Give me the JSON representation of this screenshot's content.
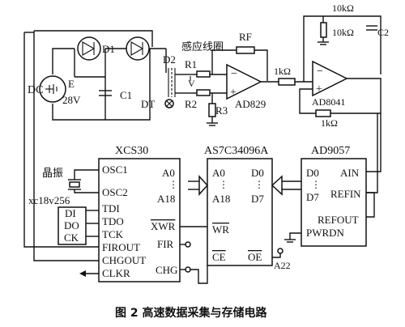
{
  "figure": {
    "caption": "图 2   高速数据采集与存储电路"
  },
  "power": {
    "dc_label": "DC",
    "e_label": "E",
    "voltage": "28V"
  },
  "diodes": {
    "d1": "D1",
    "d2": "D2"
  },
  "capacitors": {
    "c1": "C1",
    "c2": "C2"
  },
  "coil": {
    "label": "感应线圈",
    "dt": "DT",
    "v": "V"
  },
  "resistors": {
    "r1": "R1",
    "r2": "R2",
    "r3": "R3",
    "rf": "RF",
    "r_1k_a": "1kΩ",
    "r_1k_b": "1kΩ",
    "r_10k_a": "10kΩ",
    "r_10k_b": "10kΩ"
  },
  "opamps": {
    "ad829": "AD829",
    "ad8041": "AD8041",
    "minus": "−",
    "plus": "+"
  },
  "xcs30": {
    "title": "XCS30",
    "pins_left": [
      "OSC1",
      "OSC2",
      "TDI",
      "TDO",
      "TCK",
      "FIROUT",
      "CHGOUT",
      "CLKR"
    ],
    "pins_right": [
      "A0",
      "⋮",
      "A18",
      "XWR",
      "FIR",
      "CHG"
    ]
  },
  "crystal": {
    "label": "晶振"
  },
  "prom": {
    "chip": "xc18v256",
    "pins": [
      "DI",
      "DO",
      "CK"
    ]
  },
  "sram": {
    "title": "AS7C34096A",
    "pins": [
      "A0",
      "⋮",
      "A18",
      "D0",
      "⋮",
      "D7",
      "WR",
      "CE",
      "OE"
    ],
    "gate": "A22"
  },
  "adc": {
    "title": "AD9057",
    "pins": [
      "D0",
      "⋮",
      "D7",
      "AIN",
      "REFIN",
      "REFOUT",
      "PWRDN"
    ]
  }
}
